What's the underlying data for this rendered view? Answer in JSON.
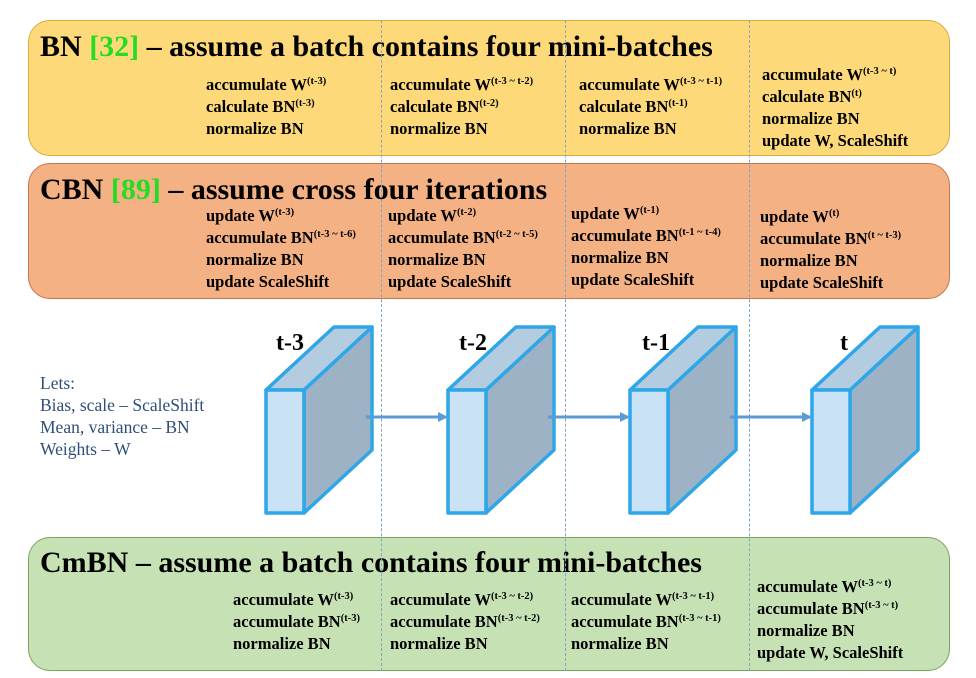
{
  "bn_panel": {
    "title_pre": "BN ",
    "ref": "[32]",
    "title_post": " – assume a batch contains four mini-batches",
    "columns": [
      {
        "lines": [
          {
            "text": "accumulate W",
            "sup": "(t-3)"
          },
          {
            "text": "calculate BN",
            "sup": "(t-3)"
          },
          {
            "text": "normalize BN",
            "sup": ""
          }
        ]
      },
      {
        "lines": [
          {
            "text": "accumulate W",
            "sup": "(t-3 ~ t-2)"
          },
          {
            "text": "calculate BN",
            "sup": "(t-2)"
          },
          {
            "text": "normalize BN",
            "sup": ""
          }
        ]
      },
      {
        "lines": [
          {
            "text": "accumulate W",
            "sup": "(t-3 ~ t-1)"
          },
          {
            "text": "calculate BN",
            "sup": "(t-1)"
          },
          {
            "text": "normalize BN",
            "sup": ""
          }
        ]
      },
      {
        "lines": [
          {
            "text": "accumulate W",
            "sup": "(t-3 ~ t)"
          },
          {
            "text": "calculate BN",
            "sup": "(t)"
          },
          {
            "text": "normalize BN",
            "sup": ""
          },
          {
            "text": "update W, ScaleShift",
            "sup": ""
          }
        ]
      }
    ]
  },
  "cbn_panel": {
    "title_pre": "CBN ",
    "ref": "[89]",
    "title_post": " – assume cross four iterations",
    "columns": [
      {
        "lines": [
          {
            "text": "update W",
            "sup": "(t-3)"
          },
          {
            "text": "accumulate BN",
            "sup": "(t-3 ~ t-6)"
          },
          {
            "text": "normalize BN",
            "sup": ""
          },
          {
            "text": "update ScaleShift",
            "sup": ""
          }
        ]
      },
      {
        "lines": [
          {
            "text": "update W",
            "sup": "(t-2)"
          },
          {
            "text": "accumulate BN",
            "sup": "(t-2 ~ t-5)"
          },
          {
            "text": "normalize BN",
            "sup": ""
          },
          {
            "text": "update ScaleShift",
            "sup": ""
          }
        ]
      },
      {
        "lines": [
          {
            "text": "update W",
            "sup": "(t-1)"
          },
          {
            "text": "accumulate BN",
            "sup": "(t-1 ~ t-4)"
          },
          {
            "text": "normalize BN",
            "sup": ""
          },
          {
            "text": "update ScaleShift",
            "sup": ""
          }
        ]
      },
      {
        "lines": [
          {
            "text": "update W",
            "sup": "(t)"
          },
          {
            "text": "accumulate BN",
            "sup": "(t ~ t-3)"
          },
          {
            "text": "normalize BN",
            "sup": ""
          },
          {
            "text": "update ScaleShift",
            "sup": ""
          }
        ]
      }
    ]
  },
  "cmbn_panel": {
    "title": "CmBN – assume a batch contains four mini-batches",
    "columns": [
      {
        "lines": [
          {
            "text": "accumulate W",
            "sup": "(t-3)"
          },
          {
            "text": "accumulate BN",
            "sup": "(t-3)"
          },
          {
            "text": "normalize BN",
            "sup": ""
          }
        ]
      },
      {
        "lines": [
          {
            "text": "accumulate W",
            "sup": "(t-3 ~ t-2)"
          },
          {
            "text": "accumulate BN",
            "sup": "(t-3 ~ t-2)"
          },
          {
            "text": "normalize BN",
            "sup": ""
          }
        ]
      },
      {
        "lines": [
          {
            "text": "accumulate W",
            "sup": "(t-3 ~ t-1)"
          },
          {
            "text": "accumulate BN",
            "sup": "(t-3 ~ t-1)"
          },
          {
            "text": "normalize BN",
            "sup": ""
          }
        ]
      },
      {
        "lines": [
          {
            "text": "accumulate W",
            "sup": "(t-3 ~ t)"
          },
          {
            "text": "accumulate BN",
            "sup": "(t-3 ~ t)"
          },
          {
            "text": "normalize BN",
            "sup": ""
          },
          {
            "text": "update W, ScaleShift",
            "sup": ""
          }
        ]
      }
    ]
  },
  "legend": {
    "lines": [
      "Lets:",
      "Bias, scale – ScaleShift",
      "Mean, variance – BN",
      "Weights – W"
    ]
  },
  "timesteps": [
    "t-3",
    "t-2",
    "t-1",
    "t"
  ],
  "colors": {
    "bn_panel": "#fdd97a",
    "cbn_panel": "#f4b184",
    "cmbn_panel": "#c6e1b4",
    "reference": "#22dd22",
    "block_front": "#c9e2f6",
    "block_side": "#9db3c5",
    "block_top": "#b3ccdf",
    "block_edge": "#2ea6e8",
    "arrow": "#5b9bd5",
    "legend_text": "#2f4e7a"
  }
}
